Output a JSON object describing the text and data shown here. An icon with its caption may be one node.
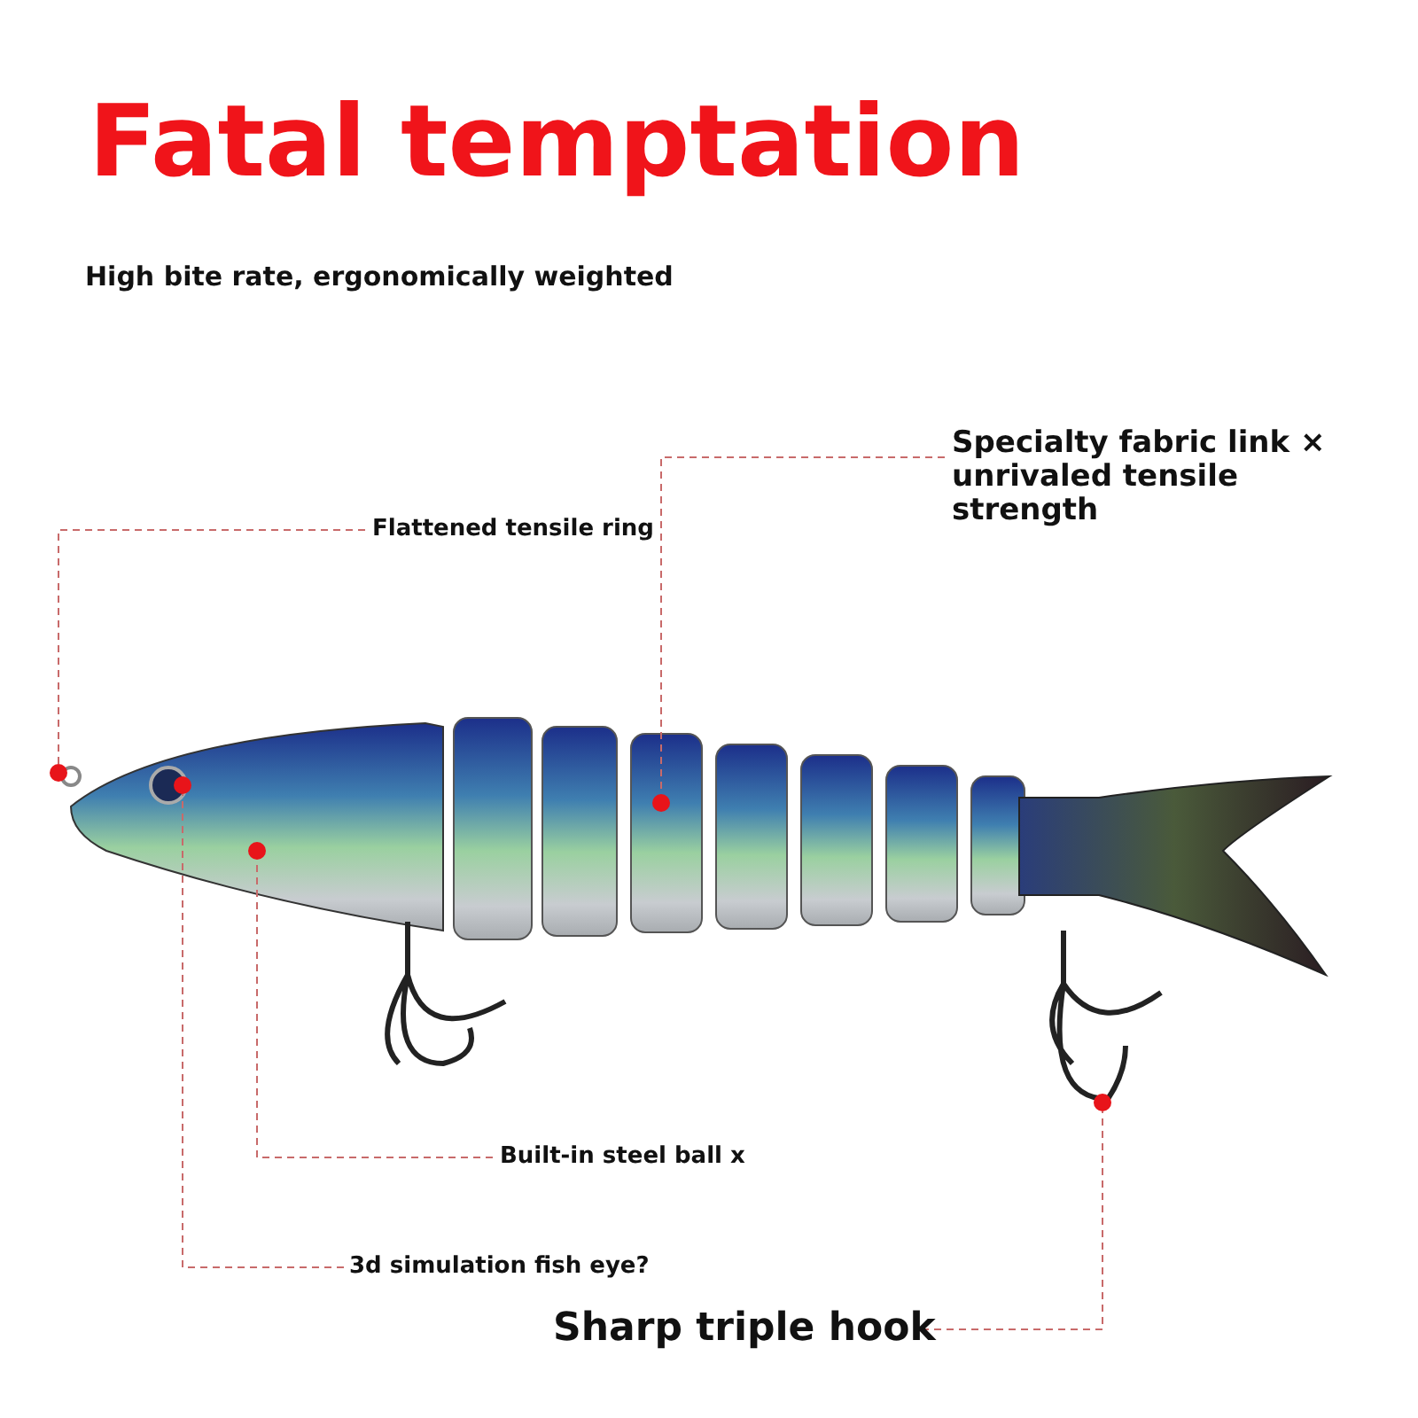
{
  "diagram": {
    "title": "Fatal temptation",
    "nodes": [
      {
        "text": [
          "Specialty fabric link × unrivaled tensile strength"
        ]
      },
      {
        "text": [
          "Flattened tensile ring"
        ]
      },
      {
        "text": [
          "Built-in steel ball x"
        ]
      },
      {
        "text": [
          "3d simulation fish eye?"
        ]
      },
      {
        "text": [
          "Sharp triple hook"
        ]
      },
      {
        "text": [],
        "shape": "circle"
      },
      {
        "text": [],
        "shape": "circle"
      },
      {
        "text": [],
        "shape": "circle"
      },
      {
        "text": [],
        "shape": "circle"
      },
      {
        "text": [],
        "shape": "circle"
      }
    ],
    "edges": [
      {
        "from": 0,
        "to": 8,
        "arrow": "none",
        "style": "dashed"
      },
      {
        "from": 1,
        "to": 5,
        "arrow": "none",
        "style": "dashed"
      },
      {
        "from": 2,
        "to": 7,
        "arrow": "none",
        "style": "dashed"
      },
      {
        "from": 3,
        "to": 6,
        "arrow": "none",
        "style": "dashed"
      },
      {
        "from": 4,
        "to": 9,
        "arrow": "none",
        "style": "dashed"
      }
    ],
    "labels": [
      "High bite rate, ergonomically weighted"
    ]
  }
}
